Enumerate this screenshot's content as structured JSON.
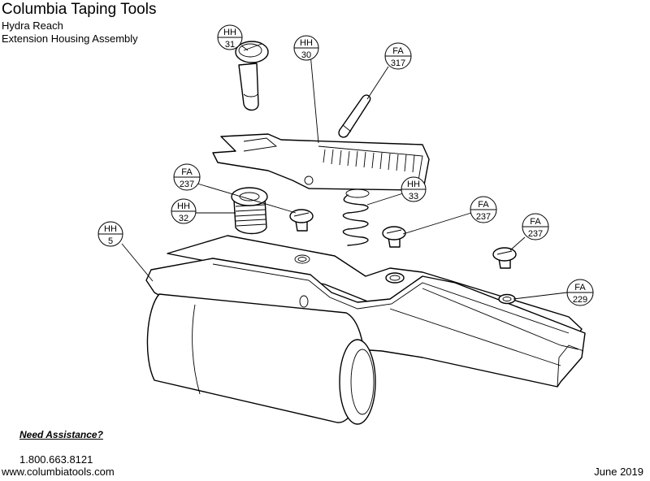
{
  "header": {
    "title": "Columbia Taping Tools",
    "subtitle": "Hydra Reach",
    "assembly": "Extension Housing Assembly"
  },
  "footer": {
    "assist": "Need Assistance?",
    "phone": "1.800.663.8121",
    "website": "www.columbiatools.com",
    "date": "June 2019"
  },
  "callouts": [
    {
      "prefix": "HH",
      "number": "31"
    },
    {
      "prefix": "HH",
      "number": "30"
    },
    {
      "prefix": "FA",
      "number": "317"
    },
    {
      "prefix": "FA",
      "number": "237"
    },
    {
      "prefix": "HH",
      "number": "33"
    },
    {
      "prefix": "HH",
      "number": "32"
    },
    {
      "prefix": "FA",
      "number": "237"
    },
    {
      "prefix": "FA",
      "number": "237"
    },
    {
      "prefix": "HH",
      "number": "5"
    },
    {
      "prefix": "FA",
      "number": "229"
    }
  ]
}
